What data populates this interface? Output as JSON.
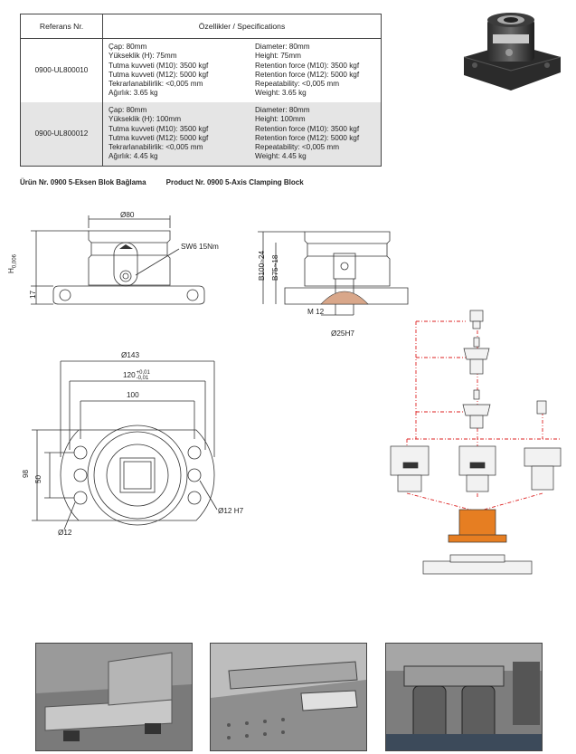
{
  "table": {
    "headers": {
      "reference": "Referans Nr.",
      "specifications": "Özellikler / Specifications"
    },
    "rows": [
      {
        "ref": "0900-UL800010",
        "tr": [
          "Çap: 80mm",
          "Yükseklik (H): 75mm",
          "Tutma kuvveti (M10): 3500 kgf",
          "Tutma kuvveti (M12): 5000 kgf",
          "Tekrarlanabilirlik: <0,005 mm",
          "Ağırlık: 3.65 kg"
        ],
        "en": [
          "Diameter: 80mm",
          "Height: 75mm",
          "Retention force (M10): 3500 kgf",
          "Retention force (M12): 5000 kgf",
          "Repeatability: <0,005 mm",
          "Weight: 3.65 kg"
        ]
      },
      {
        "ref": "0900-UL800012",
        "tr": [
          "Çap: 80mm",
          "Yükseklik (H): 100mm",
          "Tutma kuvveti (M10): 3500 kgf",
          "Tutma kuvveti (M12): 5000 kgf",
          "Tekrarlanabilirlik: <0,005 mm",
          "Ağırlık: 4.45 kg"
        ],
        "en": [
          "Diameter: 80mm",
          "Height: 100mm",
          "Retention force (M10): 3500 kgf",
          "Retention force (M12): 5000 kgf",
          "Repeatability: <0,005 mm",
          "Weight: 4.45 kg"
        ]
      }
    ]
  },
  "product_line": {
    "tr": "Ürün Nr. 0900  5-Eksen Blok Bağlama",
    "en": "Product Nr. 0900  5-Axis Clamping Block"
  },
  "dimensions": {
    "front_diameter": "Ø80",
    "screw_label": "SW6  15Nm",
    "height_h": "H",
    "height_tol": "0,006",
    "height_tol_top": "0",
    "base_height": "17",
    "side_b100": "B100~24",
    "side_b75": "B75~18",
    "side_m12": "M 12",
    "side_hole": "Ø25H7",
    "plan_outer": "Ø143",
    "plan_bolt_circle": "120",
    "plan_tol_plus": "+0,01",
    "plan_tol_minus": "-0,01",
    "plan_width": "100",
    "plan_height": "98",
    "plan_vertical": "50",
    "plan_hole_small": "Ø12",
    "plan_hole_h7": "Ø12 H7"
  }
}
